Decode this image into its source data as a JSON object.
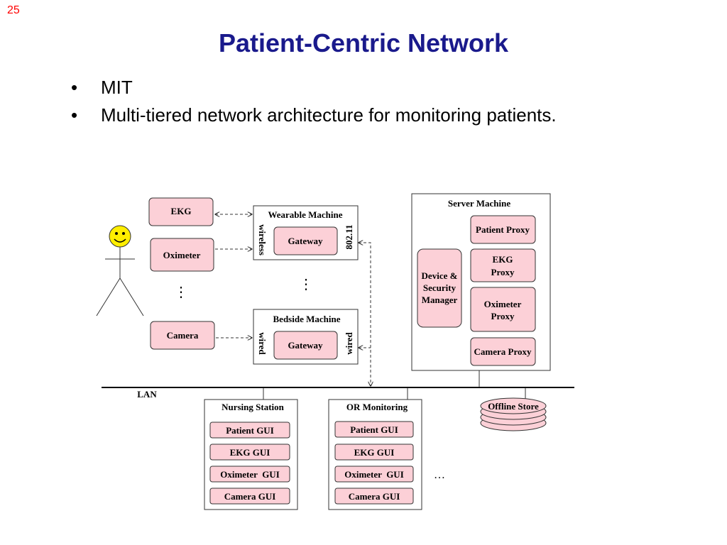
{
  "slide_number": "25",
  "title": "Patient-Centric Network",
  "bullets": [
    "MIT",
    "Multi-tiered network architecture for monitoring patients."
  ],
  "colors": {
    "node_fill": "#fcd0d7",
    "title": "#1a1a8c",
    "slide_number": "#ff0000",
    "smiley": "#ffee00"
  },
  "diagram": {
    "sensors": {
      "ekg": "EKG",
      "oximeter": "Oximeter",
      "camera": "Camera",
      "ellipsis": "⋮"
    },
    "wearable": {
      "title": "Wearable Machine",
      "gateway": "Gateway",
      "left_link": "wireless",
      "right_link": "802.11"
    },
    "machines_ellipsis": "⋮",
    "bedside": {
      "title": "Bedside Machine",
      "gateway": "Gateway",
      "left_link": "wired",
      "right_link": "wired"
    },
    "server": {
      "title": "Server Machine",
      "manager": [
        "Device &",
        "Security",
        "Manager"
      ],
      "patient_proxy": "Patient Proxy",
      "ekg_proxy": [
        "EKG",
        "Proxy"
      ],
      "oximeter_proxy": [
        "Oximeter",
        "Proxy"
      ],
      "camera_proxy": "Camera Proxy"
    },
    "lan": "LAN",
    "nursing": {
      "title": "Nursing Station",
      "items": [
        "Patient GUI",
        "EKG GUI",
        "Oximeter  GUI",
        "Camera GUI"
      ]
    },
    "or": {
      "title": "OR Monitoring",
      "items": [
        "Patient GUI",
        "EKG GUI",
        "Oximeter  GUI",
        "Camera GUI"
      ]
    },
    "stations_ellipsis": "…",
    "offline_store": "Offline Store"
  }
}
